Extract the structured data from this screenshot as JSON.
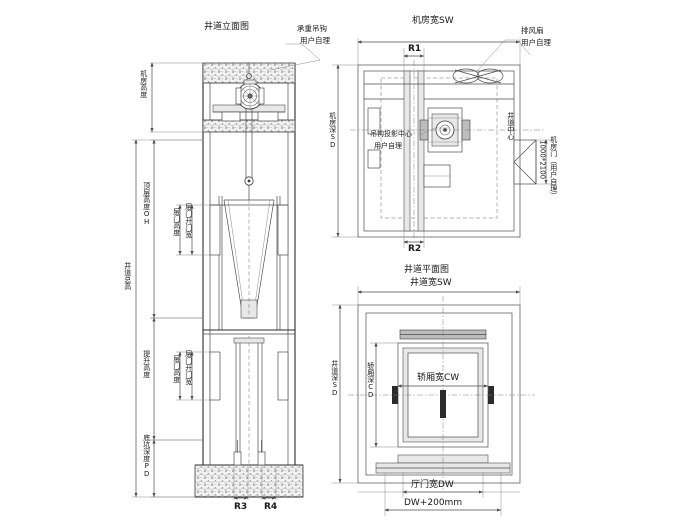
{
  "drawing": {
    "type": "elevator-shaft-cad-drawing",
    "titles": {
      "elevation": "井道立面图",
      "machine_room_plan": "机房宽SW",
      "shaft_plan": "井道平面图"
    }
  },
  "elevation_view": {
    "title": "井道立面图",
    "callouts": [
      {
        "line1": "承重吊钩",
        "line2": "用户自理"
      }
    ],
    "vertical_dims": [
      {
        "id": "mr-height",
        "text": "机房高度"
      },
      {
        "id": "shaft-height",
        "text": "井道总高"
      },
      {
        "id": "oh",
        "text": "顶层高度OH"
      },
      {
        "id": "travel",
        "text": "提升高度"
      },
      {
        "id": "pd",
        "text": "底坑深度PD"
      }
    ],
    "inner_labels": [
      {
        "id": "top-door-h",
        "text": "层门高度"
      },
      {
        "id": "top-door-w",
        "text": "层门开门宽"
      },
      {
        "id": "bot-door-h",
        "text": "层门高度"
      },
      {
        "id": "bot-door-w",
        "text": "层门开门宽"
      }
    ],
    "bottom_dims": [
      {
        "id": "R3",
        "text": "R3"
      },
      {
        "id": "R4",
        "text": "R4"
      }
    ]
  },
  "machine_room_view": {
    "title": "机房宽SW",
    "top_dims": [
      {
        "id": "R1",
        "text": "R1"
      }
    ],
    "bottom_dims": [
      {
        "id": "R2",
        "text": "R2"
      }
    ],
    "left_dim": {
      "id": "mr-depth",
      "text": "机房深SD"
    },
    "callouts": [
      {
        "id": "fan",
        "line1": "排风扇",
        "line2": "用户自理"
      },
      {
        "id": "hook-center",
        "line1": "吊钩投影中心",
        "line2": "用户自理"
      },
      {
        "id": "mr-door",
        "line1": "机房门（用户自理）",
        "line2": "1000*2100"
      }
    ],
    "right_label": {
      "id": "shaft-center",
      "text": "井道中心"
    }
  },
  "shaft_plan_view": {
    "title": "井道平面图",
    "top_dim": {
      "id": "shaft-width",
      "text": "井道宽SW"
    },
    "left_dims": [
      {
        "id": "car-depth",
        "text": "轿厢深CD"
      },
      {
        "id": "shaft-depth",
        "text": "井道深SD"
      }
    ],
    "car_label": {
      "id": "car-width",
      "text": "轿厢宽CW"
    },
    "bottom_dims": [
      {
        "id": "door-width",
        "text": "厅门宽DW"
      },
      {
        "id": "door-opening",
        "text": "DW+200mm"
      }
    ]
  },
  "colors": {
    "line": "#4d4d4d",
    "line_bold": "#2b2b2b",
    "text": "#1a1a1a",
    "background": "#ffffff"
  }
}
